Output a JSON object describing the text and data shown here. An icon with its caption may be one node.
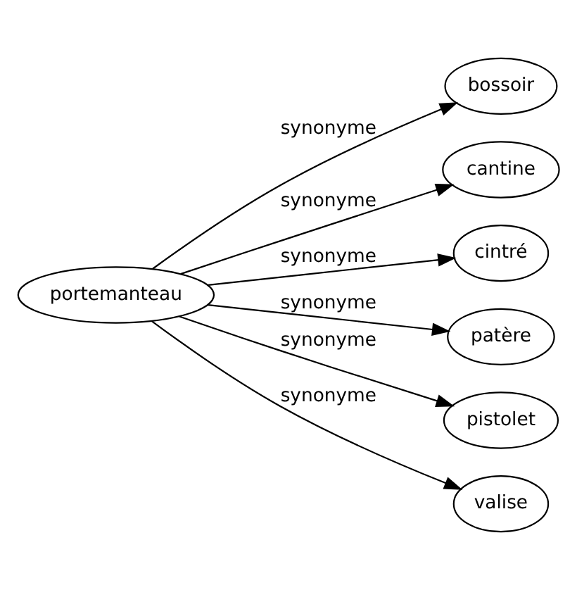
{
  "diagram": {
    "nodes": [
      {
        "text": [
          "portemanteau"
        ]
      },
      {
        "text": [
          "bossoir"
        ]
      },
      {
        "text": [
          "cantine"
        ]
      },
      {
        "text": [
          "cintré"
        ]
      },
      {
        "text": [
          "patère"
        ]
      },
      {
        "text": [
          "pistolet"
        ]
      },
      {
        "text": [
          "valise"
        ]
      }
    ],
    "edges": [
      {
        "from": 0,
        "to": 1,
        "arrow": "to",
        "label": "synonyme"
      },
      {
        "from": 0,
        "to": 2,
        "arrow": "to",
        "label": "synonyme"
      },
      {
        "from": 0,
        "to": 3,
        "arrow": "to",
        "label": "synonyme"
      },
      {
        "from": 0,
        "to": 4,
        "arrow": "to",
        "label": "synonyme"
      },
      {
        "from": 0,
        "to": 5,
        "arrow": "to",
        "label": "synonyme"
      },
      {
        "from": 0,
        "to": 6,
        "arrow": "to",
        "label": "synonyme"
      }
    ]
  }
}
